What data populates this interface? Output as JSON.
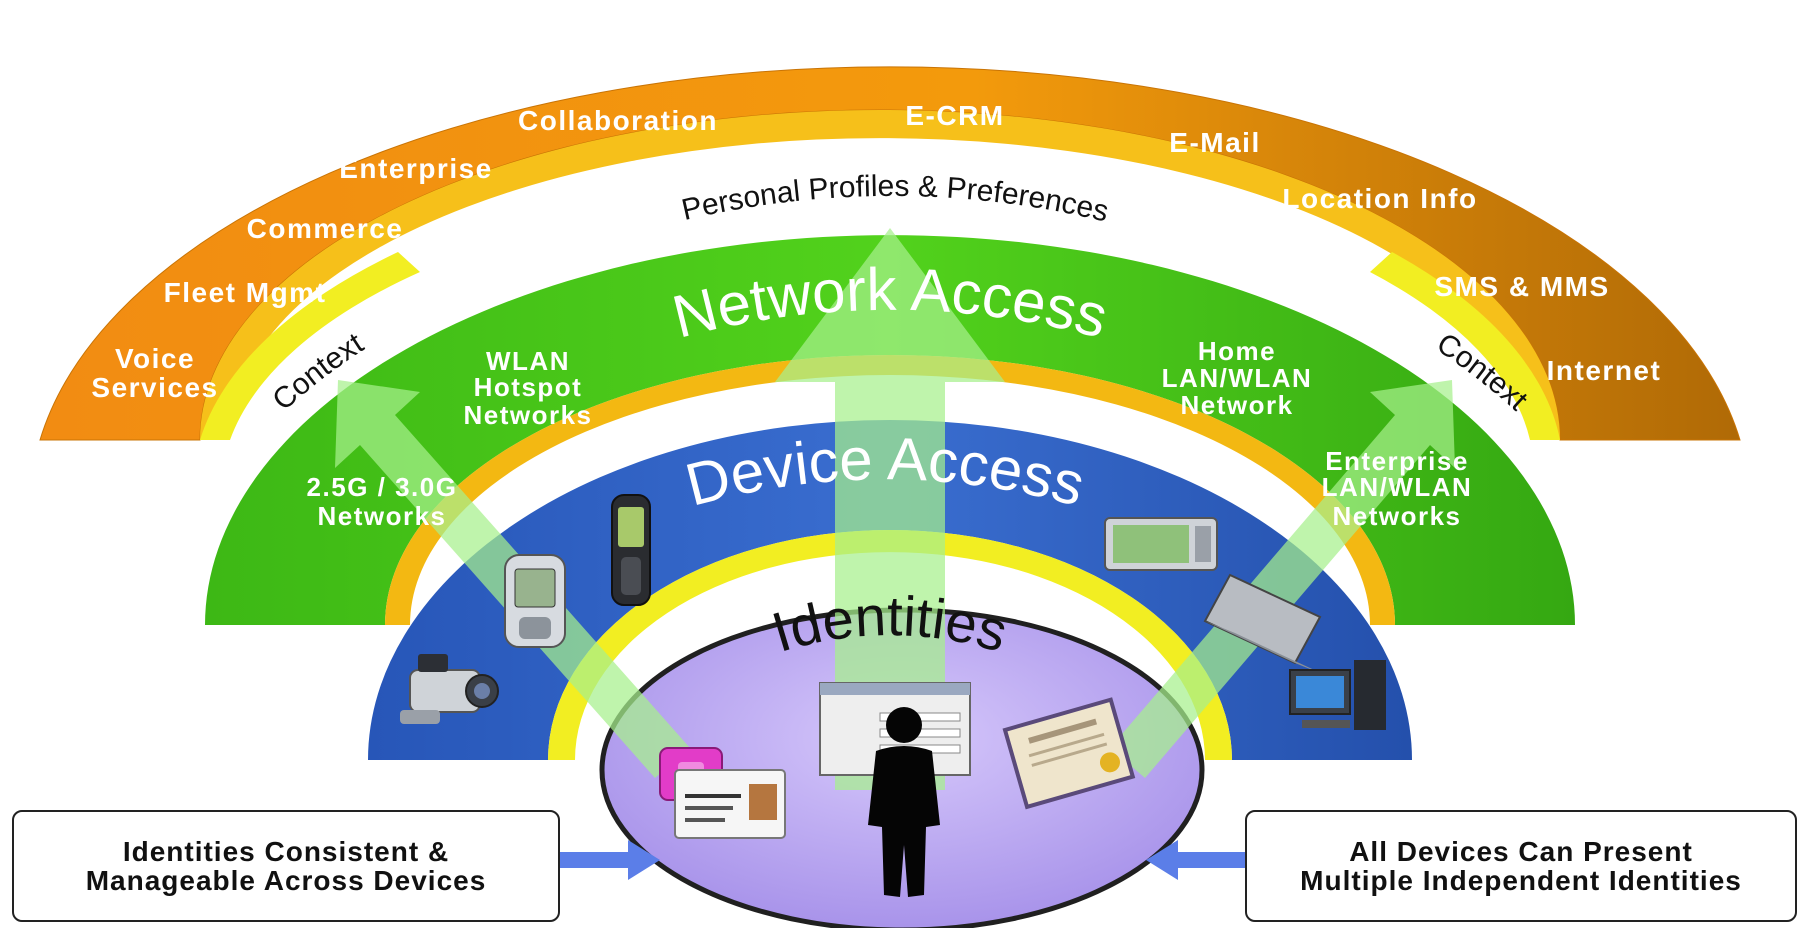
{
  "rings": {
    "services": {
      "title": "Services Access",
      "items": [
        "Collaboration",
        "E-CRM",
        "E-Mail",
        "Enterprise",
        "Location Info",
        "Commerce",
        "Fleet Mgmt",
        "SMS & MMS",
        "Voice",
        "Services",
        "Internet"
      ]
    },
    "profiles_label": "Personal Profiles & Preferences",
    "context_left": "Context",
    "context_right": "Context",
    "network": {
      "title": "Network Access",
      "items": [
        "WLAN",
        "Hotspot",
        "Networks",
        "Home",
        "LAN/WLAN",
        "Network",
        "2.5G / 3.0G",
        "Networks",
        "Enterprise",
        "LAN/WLAN",
        "Networks"
      ]
    },
    "device": {
      "title": "Device Access"
    },
    "identities": {
      "title": "Identities"
    }
  },
  "notes": {
    "left": {
      "line1": "Identities Consistent &",
      "line2": "Manageable Across Devices"
    },
    "right": {
      "line1": "All Devices Can Present",
      "line2": "Multiple Independent Identities"
    }
  },
  "icons": [
    "camcorder-icon",
    "pda-phone-icon",
    "mobile-phone-icon",
    "tablet-pc-icon",
    "laptop-icon",
    "desktop-computer-icon",
    "smart-card-icon",
    "id-card-icon",
    "login-window-icon",
    "person-silhouette-icon",
    "certificate-icon"
  ],
  "colors": {
    "services_ring": "#f0900a",
    "profiles_band": "#f8c21a",
    "context_band": "#f2ee22",
    "network_ring": "#48c81a",
    "device_ring": "#2f62c4",
    "identities_oval": "#b9a6f0",
    "arrow": "#a6f08c"
  }
}
